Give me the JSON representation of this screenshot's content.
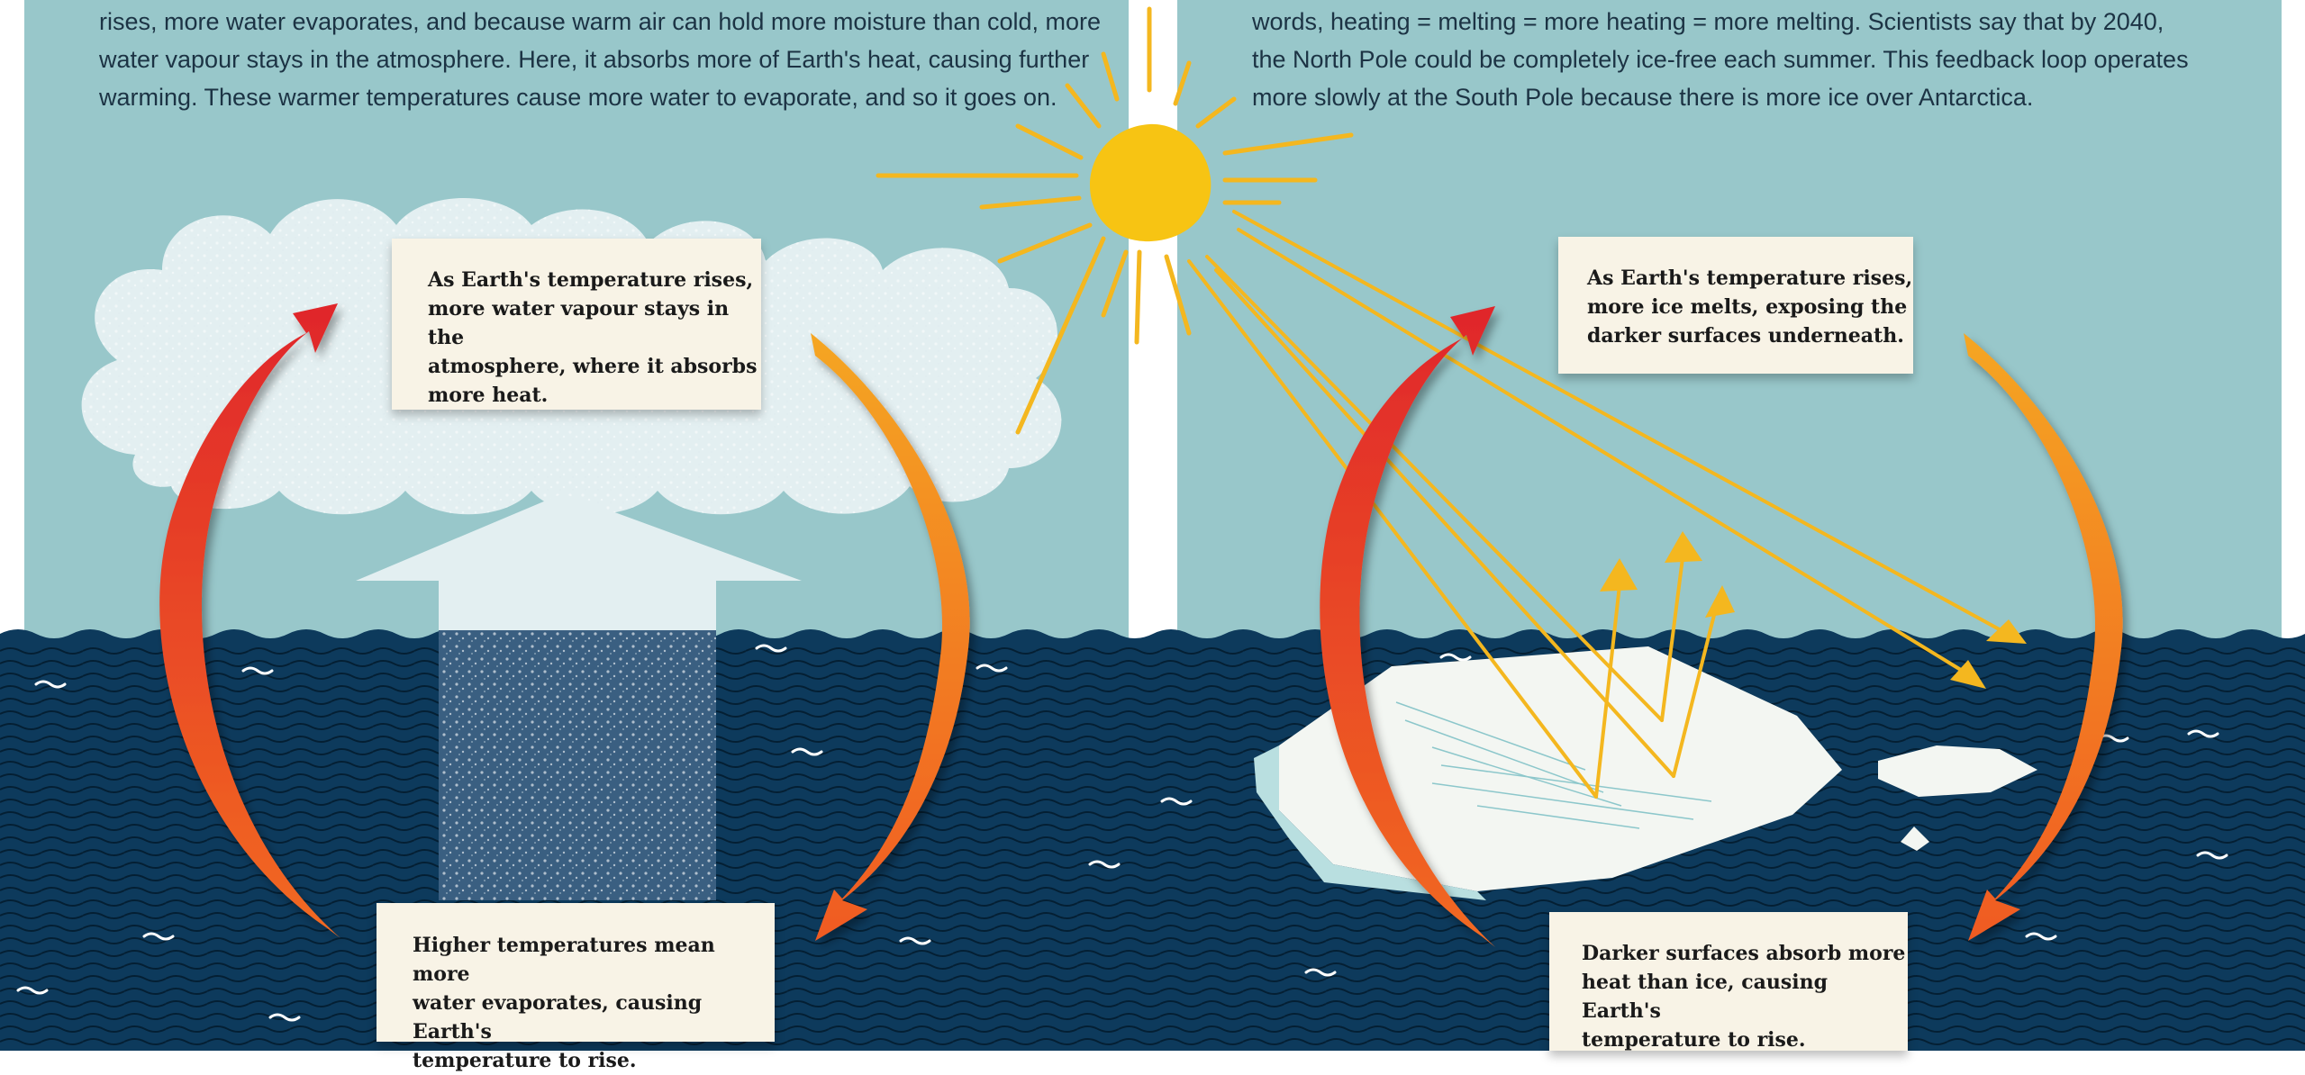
{
  "left_panel": {
    "intro_lines": [
      "rises, more water evaporates, and because warm air can hold more moisture than cold, more",
      "water vapour stays in the atmosphere. Here, it absorbs more of Earth's heat, causing further",
      "warming. These warmer temperatures cause more water to evaporate, and so it goes on."
    ],
    "callout_top": [
      "As Earth's temperature rises,",
      "more water vapour stays in the",
      "atmosphere, where it absorbs",
      "more heat."
    ],
    "callout_bottom": [
      "Higher temperatures mean more",
      "water evaporates, causing Earth's",
      "temperature to rise."
    ]
  },
  "right_panel": {
    "intro_lines": [
      "words, heating = melting = more heating = more melting. Scientists say that by 2040,",
      "the North Pole could be completely ice-free each summer. This feedback loop operates",
      "more slowly at the South Pole because there is more ice over Antarctica."
    ],
    "callout_top": [
      "As Earth's temperature rises,",
      "more ice melts, exposing the",
      "darker surfaces underneath."
    ],
    "callout_bottom": [
      "Darker surfaces absorb more",
      "heat than ice, causing Earth's",
      "temperature to rise."
    ]
  },
  "colors": {
    "sky": "#98c7ca",
    "sea": "#0d3a5c",
    "sun": "#f7c413",
    "sunbeam": "#f4b71f",
    "arrow_red": "#e0262b",
    "arrow_orange": "#f5a623",
    "cloud": "#e3eff1",
    "ice": "#f3f6f2",
    "callout_bg": "#f8f3e6",
    "text": "#1c3344"
  }
}
